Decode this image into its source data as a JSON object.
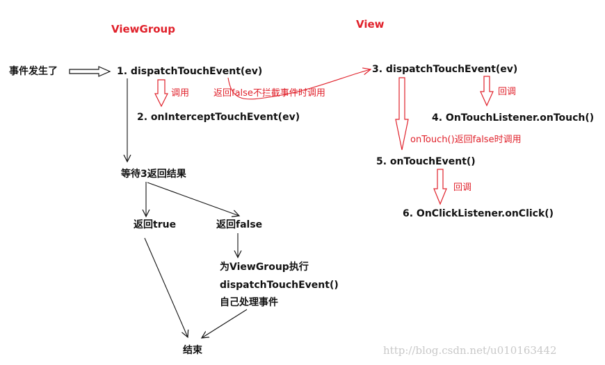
{
  "headers": {
    "viewgroup": "ViewGroup",
    "view": "View"
  },
  "nodes": {
    "event": "事件发生了",
    "dispatch_vg": "1.  dispatchTouchEvent(ev)",
    "intercept": "2.  onInterceptTouchEvent(ev)",
    "dispatch_v": "3.  dispatchTouchEvent(ev)",
    "ontouch": "4.  OnTouchListener.onTouch()",
    "ontouchevent": "5.  onTouchEvent()",
    "onclick": "6.  OnClickListener.onClick()",
    "wait": "等待3返回结果",
    "ret_true": "返回true",
    "ret_false": "返回false",
    "self_line1": "为ViewGroup执行",
    "self_line2": "dispatchTouchEvent()",
    "self_line3": "自己处理事件",
    "end": "结束"
  },
  "labels": {
    "call": "调用",
    "not_intercept": "返回false不拦截事件时调用",
    "callback_1": "回调",
    "ontouch_false": "onTouch()返回false时调用",
    "callback_2": "回调"
  },
  "watermark": "http://blog.csdn.net/u010163442",
  "colors": {
    "accent": "#e0202a",
    "text": "#111111",
    "line": "#111111",
    "watermark": "#c8c8c8"
  }
}
